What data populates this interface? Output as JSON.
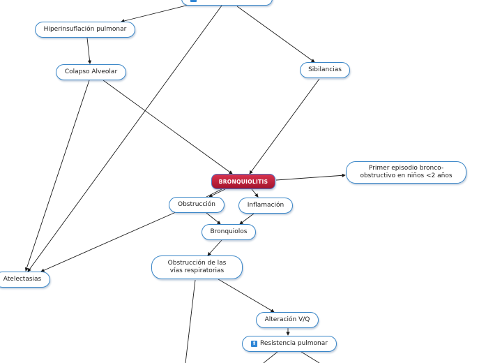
{
  "nodes": {
    "top": "",
    "hiperinsuflacion": "Hiperinsuflación pulmonar",
    "colapso": "Colapso Alveolar",
    "sibilancias": "Sibilancias",
    "bronquiolitis": "BRONQUIOLITIS",
    "primer_episodio": "Primer episodio bronco-\nobstructivo en niños <2 años",
    "obstruccion": "Obstrucción",
    "inflamacion": "Inflamación",
    "bronquiolos": "Bronquiolos",
    "obstruccion_vias": "Obstrucción de las\nvías respiratorias",
    "atelectasias": "Atelectasias",
    "alteracion_vq": "Alteración V/Q",
    "resistencia": "Resistencia pulmonar"
  },
  "icons": {
    "top": "arrow-up-icon",
    "resistencia": "arrow-up-icon"
  },
  "colors": {
    "node_border": "#3b87c8",
    "main_fill": "#b81d38",
    "edge": "#1a1a1a"
  }
}
